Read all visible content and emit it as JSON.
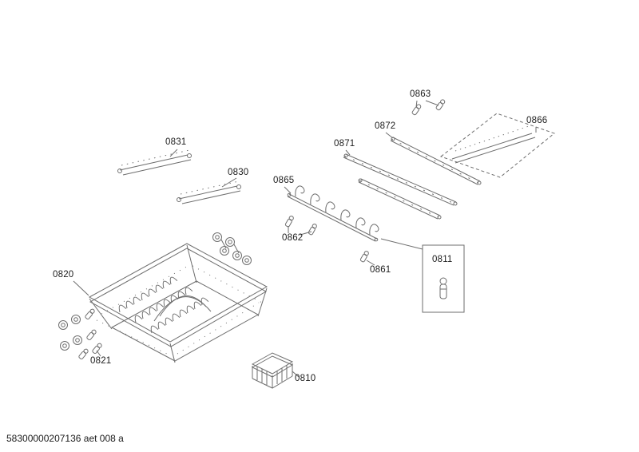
{
  "page": {
    "background_color": "#ffffff",
    "footer_text": "58300000207136 aet 008 a"
  },
  "diagram": {
    "line_color": "#6e6e6e",
    "label_color": "#1b1b1b",
    "labels": [
      {
        "id": "0831"
      },
      {
        "id": "0830"
      },
      {
        "id": "0863"
      },
      {
        "id": "0866"
      },
      {
        "id": "0872"
      },
      {
        "id": "0871"
      },
      {
        "id": "0865"
      },
      {
        "id": "0862"
      },
      {
        "id": "0861"
      },
      {
        "id": "0811"
      },
      {
        "id": "0820"
      },
      {
        "id": "0821"
      },
      {
        "id": "0810"
      }
    ]
  }
}
